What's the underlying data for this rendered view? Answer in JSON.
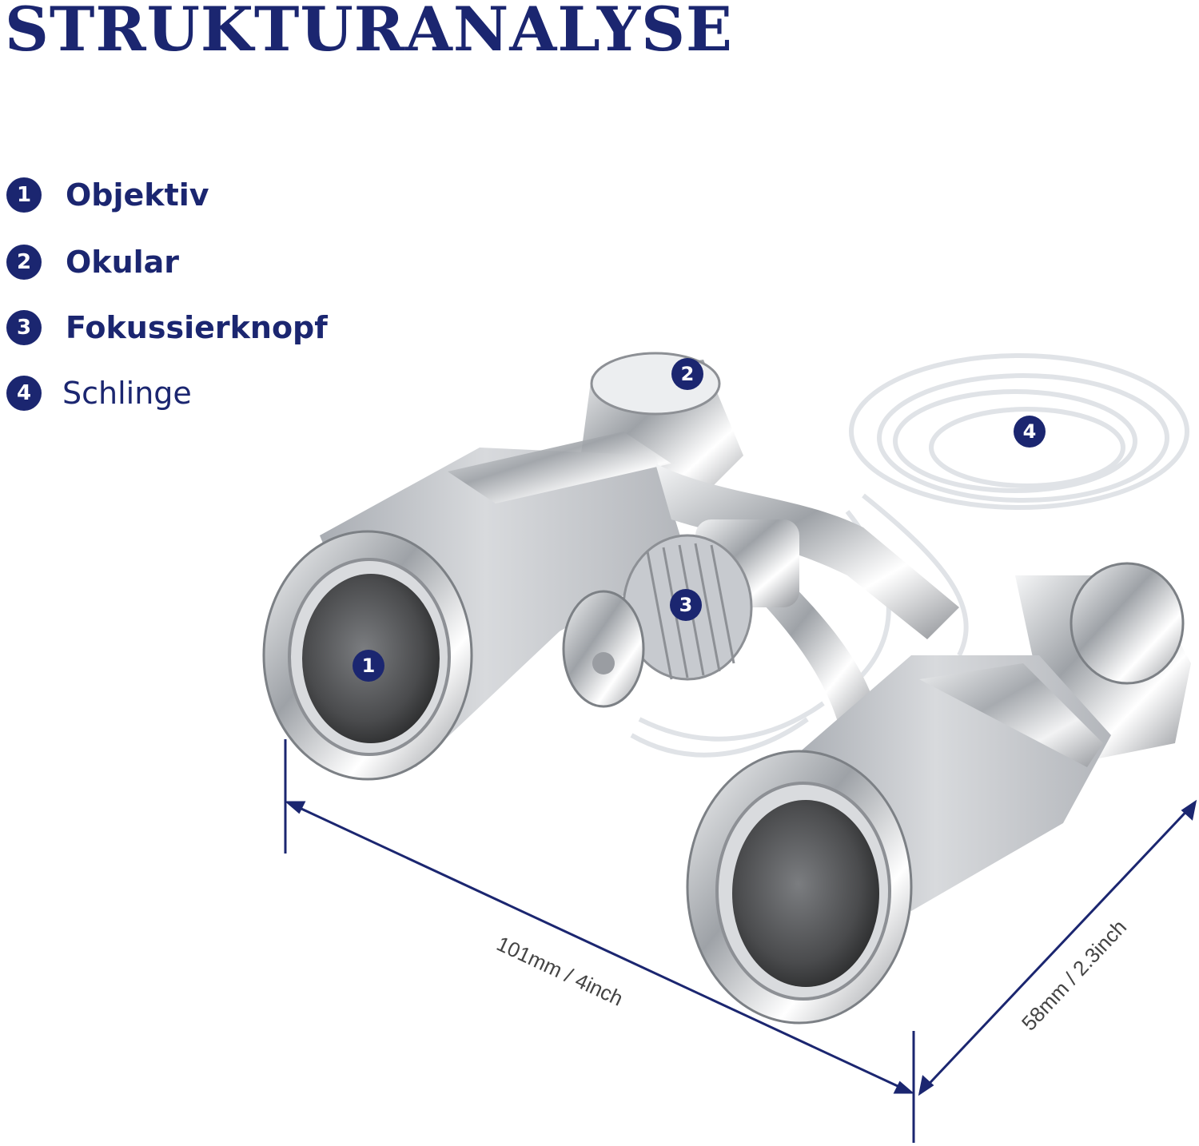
{
  "title": "STRUKTURANALYSE",
  "legend": [
    {
      "num": "1",
      "label": "Objektiv"
    },
    {
      "num": "2",
      "label": "Okular"
    },
    {
      "num": "3",
      "label": "Fokussierknopf"
    },
    {
      "num": "4",
      "label": "Schlinge"
    }
  ],
  "markers": [
    "1",
    "2",
    "3",
    "4"
  ],
  "dimensions": {
    "width_label": "101mm / 4inch",
    "depth_label": "58mm / 2.3inch"
  },
  "colors": {
    "accent": "#1b2670",
    "metal": "#c9ccd1",
    "chrome": "#e9ebee",
    "background": "#ffffff"
  }
}
